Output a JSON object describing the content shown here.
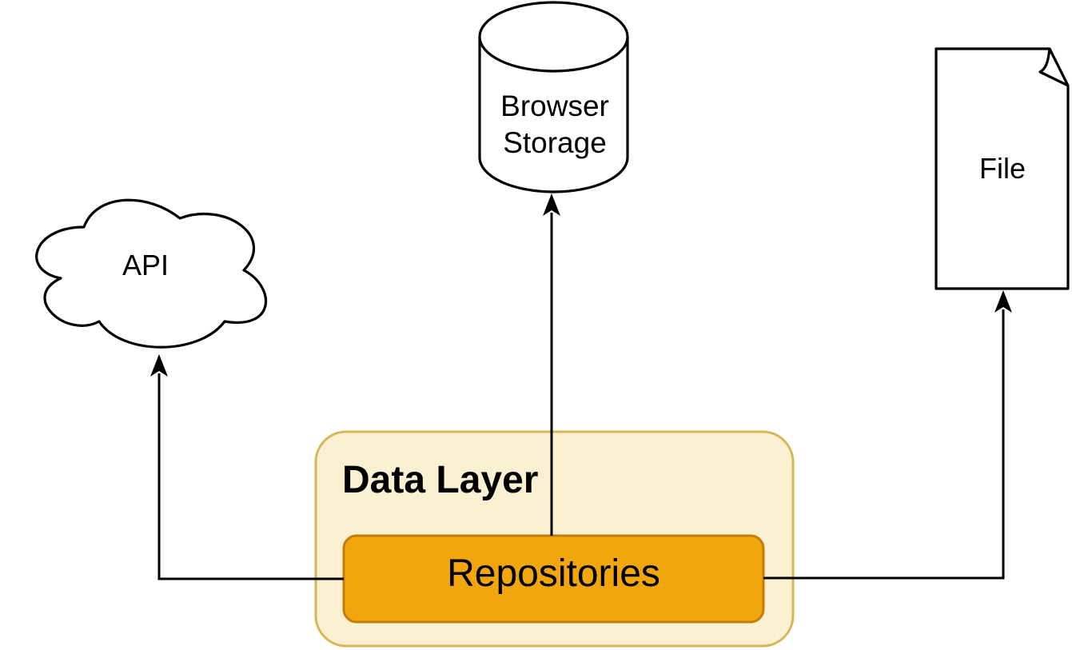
{
  "diagram": {
    "nodes": {
      "api": {
        "label": "API",
        "shape": "cloud"
      },
      "browser_storage": {
        "label": "Browser Storage",
        "shape": "cylinder"
      },
      "file": {
        "label": "File",
        "shape": "document-folded-corner"
      },
      "data_layer": {
        "label": "Data Layer",
        "shape": "rounded-container"
      },
      "repositories": {
        "label": "Repositories",
        "shape": "rounded-rect",
        "parent": "data_layer"
      }
    },
    "edges": [
      {
        "from": "repositories",
        "to": "api",
        "style": "orthogonal",
        "arrowhead": "classic-filled"
      },
      {
        "from": "repositories",
        "to": "browser_storage",
        "style": "straight",
        "arrowhead": "classic-filled"
      },
      {
        "from": "repositories",
        "to": "file",
        "style": "orthogonal",
        "arrowhead": "classic-filled"
      }
    ],
    "colors": {
      "background": "#FFFFFF",
      "line": "#000000",
      "text": "#000000",
      "container_fill": "#FBF0D1",
      "container_stroke": "#D6B656",
      "repositories_fill": "#F2A60D",
      "repositories_stroke": "#C27D0E"
    }
  }
}
